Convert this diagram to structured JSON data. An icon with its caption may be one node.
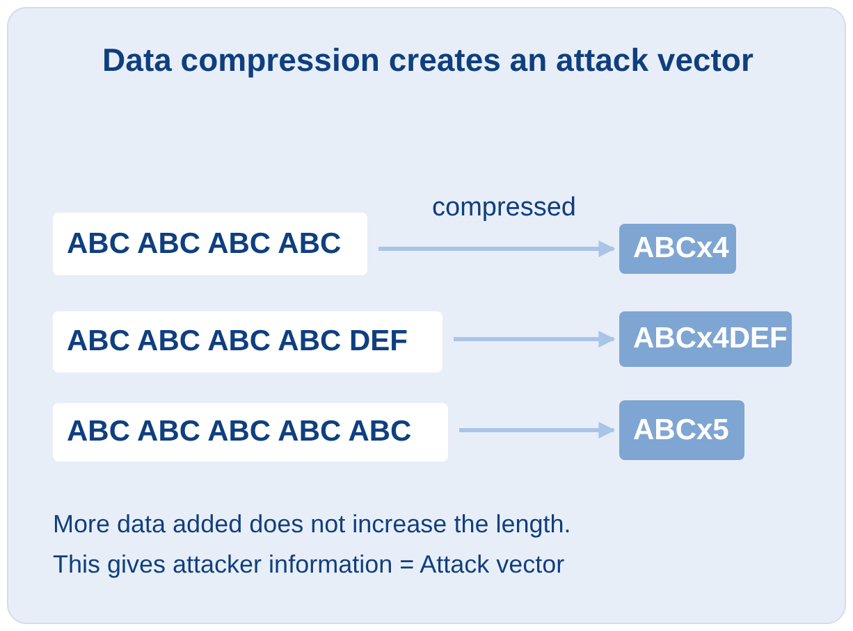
{
  "diagram": {
    "title": "Data compression creates an attack vector",
    "nodes": [
      {
        "text": [
          "ABC ABC ABC ABC"
        ]
      },
      {
        "text": [
          "ABCx4"
        ]
      },
      {
        "text": [
          "ABC ABC ABC ABC DEF"
        ]
      },
      {
        "text": [
          "ABCx4DEF"
        ]
      },
      {
        "text": [
          "ABC ABC ABC ABC ABC"
        ]
      },
      {
        "text": [
          "ABCx5"
        ]
      }
    ],
    "edges": [
      {
        "from": 0,
        "to": 1,
        "arrow": "to",
        "label": "compressed"
      },
      {
        "from": 2,
        "to": 3,
        "arrow": "to"
      },
      {
        "from": 4,
        "to": 5,
        "arrow": "to"
      }
    ],
    "labels": [
      "More data added does not increase the length.",
      "This gives attacker information = Attack vector"
    ]
  }
}
